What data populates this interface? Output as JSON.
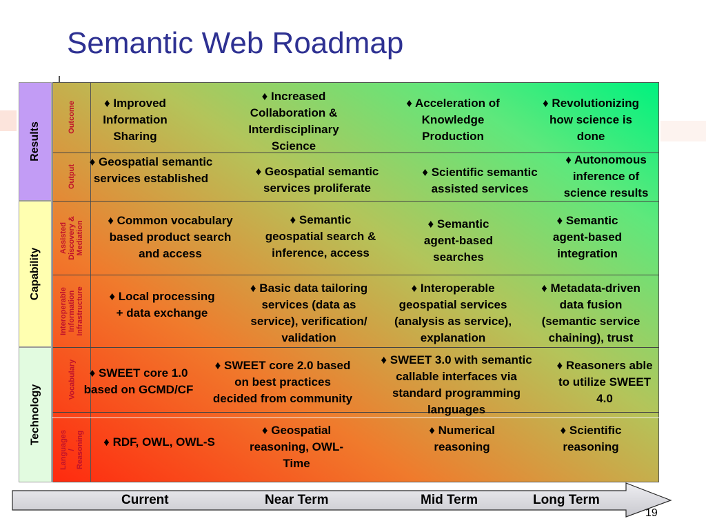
{
  "title": "Semantic Web Roadmap",
  "colors": {
    "title": "#2E3192",
    "results": "#C29CF5",
    "capability": "#FFFFB0",
    "technology": "#E2FBE0",
    "subcategory_text": "#C0122A"
  },
  "categories": {
    "results": "Results",
    "capability": "Capability",
    "technology": "Technology"
  },
  "subcategories": {
    "outcome": "Outcome",
    "output": "Output",
    "assisted": [
      "Assisted",
      "Discovery &",
      "Mediation"
    ],
    "interoperable": [
      "Interoperable",
      "Information",
      "Infrastructure"
    ],
    "vocabulary": "Vocabulary",
    "languages": [
      "Languages",
      "/",
      "Reasoning"
    ]
  },
  "cells": {
    "outcome": [
      "♦ Improved\nInformation\nSharing",
      "♦ Increased\nCollaboration &\nInterdisciplinary\nScience",
      "♦ Acceleration of\nKnowledge\nProduction",
      "♦ Revolutionizing\nhow science is\ndone"
    ],
    "output": [
      "♦ Geospatial semantic\nservices established",
      "♦ Geospatial semantic\nservices proliferate",
      "♦ Scientific semantic\nassisted services",
      "♦ Autonomous\ninference of\nscience results"
    ],
    "assisted": [
      "♦ Common vocabulary\nbased product search\nand access",
      "♦ Semantic\ngeospatial search &\ninference, access",
      "♦ Semantic\nagent-based\nsearches",
      "♦ Semantic\nagent-based\nintegration"
    ],
    "interoperable": [
      "♦ Local processing\n+ data exchange",
      "♦ Basic data tailoring\nservices (data as\nservice), verification/\nvalidation",
      "♦ Interoperable\ngeospatial services\n(analysis as service),\nexplanation",
      "♦ Metadata-driven\ndata fusion\n(semantic service\nchaining), trust"
    ],
    "vocabulary": [
      "♦ SWEET core 1.0\nbased on GCMD/CF",
      "♦ SWEET core 2.0 based\non best practices\ndecided from community",
      "♦ SWEET 3.0 with semantic\ncallable interfaces via\nstandard programming\nlanguages",
      "♦ Reasoners able\nto utilize SWEET\n4.0"
    ],
    "languages": [
      "♦ RDF, OWL, OWL-S",
      "♦ Geospatial\nreasoning, OWL-\nTime",
      "♦ Numerical\nreasoning",
      "♦ Scientific\nreasoning"
    ]
  },
  "timeline": [
    "Current",
    "Near Term",
    "Mid Term",
    "Long Term"
  ],
  "page_number": "19"
}
